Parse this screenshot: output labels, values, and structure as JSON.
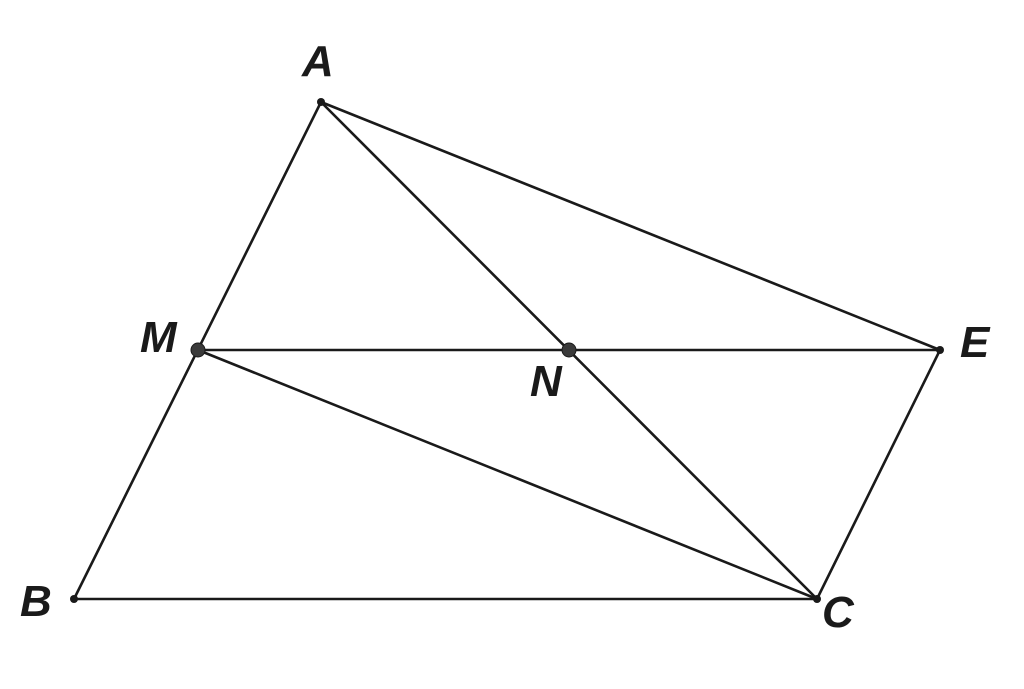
{
  "points": {
    "A": {
      "label": "A"
    },
    "B": {
      "label": "B"
    },
    "C": {
      "label": "C"
    },
    "E": {
      "label": "E"
    },
    "M": {
      "label": "M"
    },
    "N": {
      "label": "N"
    }
  },
  "segments": [
    [
      "A",
      "B"
    ],
    [
      "B",
      "C"
    ],
    [
      "A",
      "C"
    ],
    [
      "A",
      "E"
    ],
    [
      "E",
      "C"
    ],
    [
      "M",
      "E"
    ],
    [
      "M",
      "C"
    ]
  ],
  "colors": {
    "line": "#1a1a1a",
    "background": "#ffffff"
  }
}
